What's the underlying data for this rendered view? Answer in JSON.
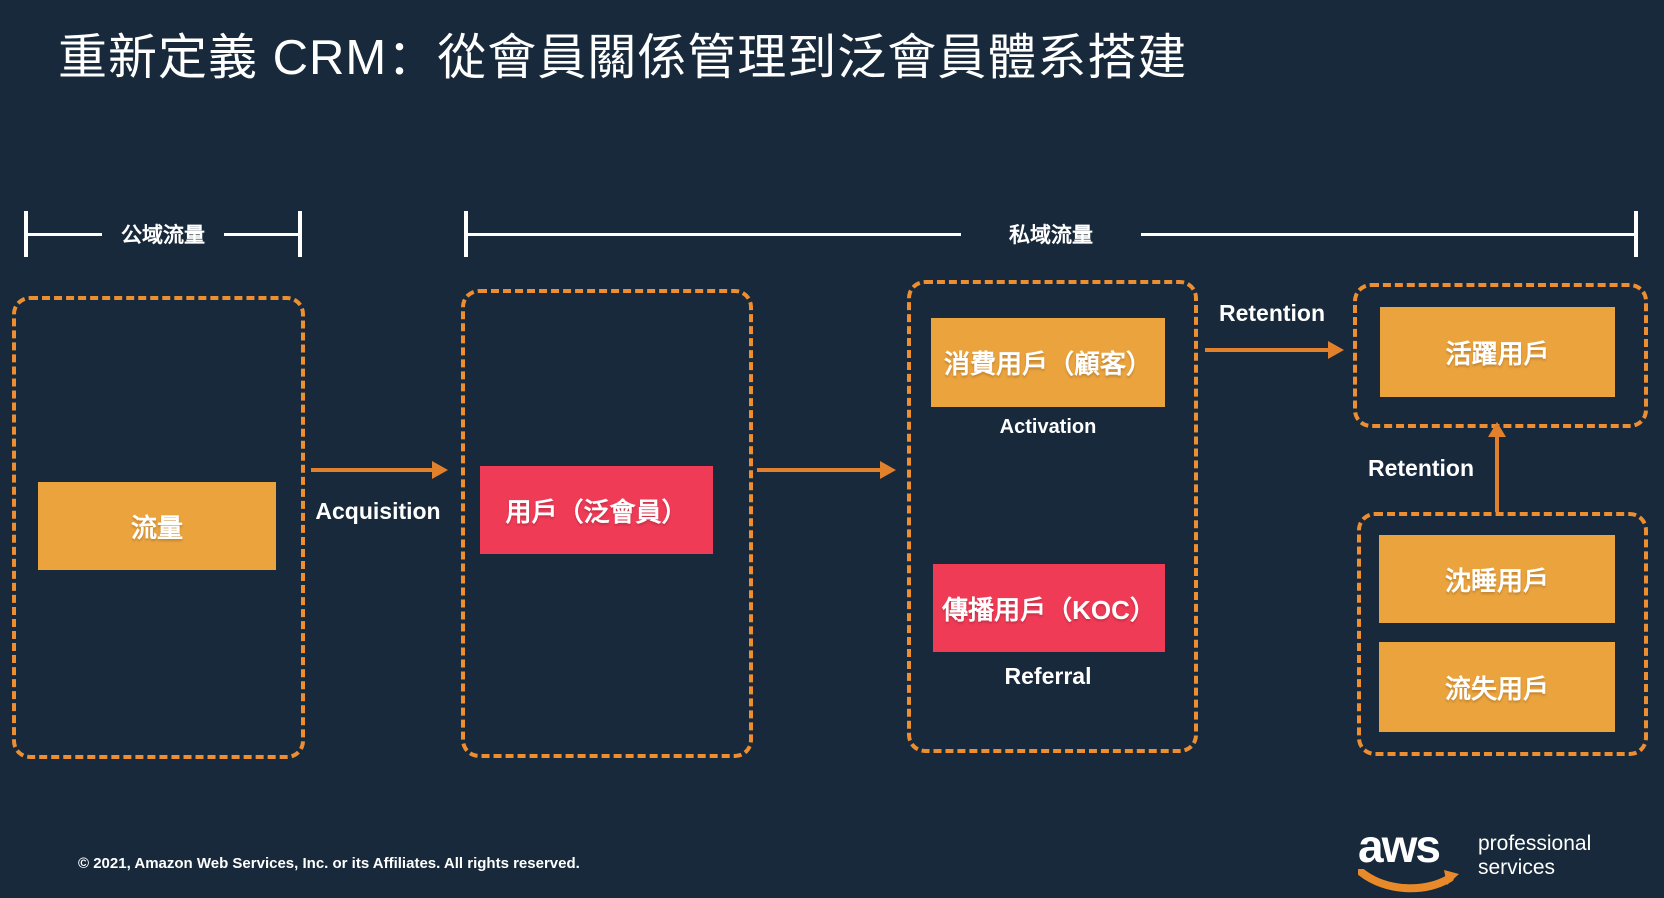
{
  "title": "重新定義 CRM：從會員關係管理到泛會員體系搭建",
  "colors": {
    "background": "#17293a",
    "orange_fill": "#eba33d",
    "red_fill": "#f03b56",
    "dashed_border": "#ed8e31",
    "arrow": "#e2802b",
    "text": "#ffffff"
  },
  "brackets": {
    "public": {
      "label": "公域流量"
    },
    "private": {
      "label": "私域流量"
    }
  },
  "nodes": {
    "traffic": {
      "label": "流量",
      "color": "orange"
    },
    "users": {
      "label": "用戶（泛會員）",
      "color": "red"
    },
    "consumers": {
      "label": "消費用戶（顧客）",
      "color": "orange"
    },
    "koc": {
      "label": "傳播用戶（KOC）",
      "color": "red"
    },
    "active": {
      "label": "活躍用戶",
      "color": "orange"
    },
    "dormant": {
      "label": "沈睡用戶",
      "color": "orange"
    },
    "churned": {
      "label": "流失用戶",
      "color": "orange"
    }
  },
  "stage_labels": {
    "acquisition": "Acquisition",
    "activation": "Activation",
    "referral": "Referral",
    "retention_top": "Retention",
    "retention_side": "Retention"
  },
  "footer": {
    "copyright": "© 2021, Amazon Web Services, Inc. or its Affiliates. All rights reserved."
  },
  "logo": {
    "aws": "aws",
    "sub_line1": "professional",
    "sub_line2": "services"
  }
}
